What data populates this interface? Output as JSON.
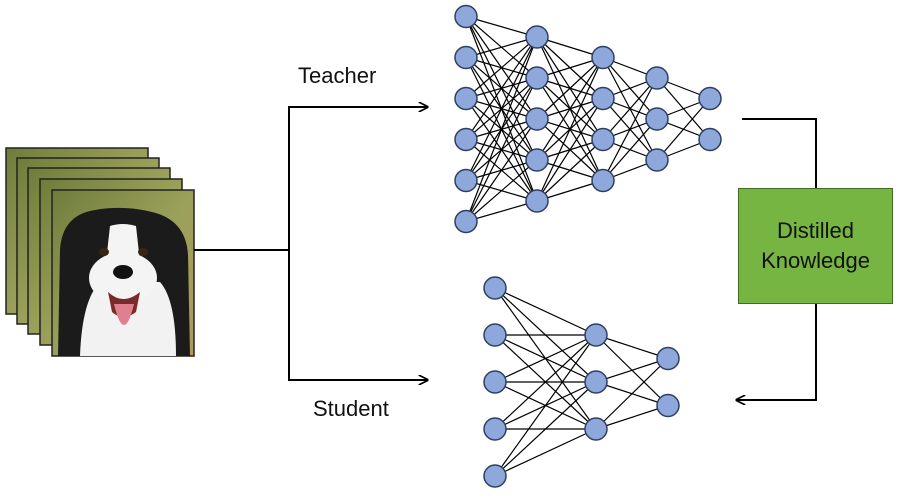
{
  "labels": {
    "teacher": "Teacher",
    "student": "Student",
    "distilled_knowledge": "Distilled\nKnowledge"
  },
  "networks": {
    "teacher": {
      "layer_sizes": [
        6,
        5,
        4,
        3,
        2
      ]
    },
    "student": {
      "layer_sizes": [
        5,
        3,
        2
      ]
    }
  },
  "input_image": {
    "icon": "dog-photo-stack",
    "stack_count": 5
  },
  "colors": {
    "node_fill": "#8ea8dc",
    "node_stroke": "#2f3e63",
    "edge": "#000000",
    "box_fill": "#77b543",
    "box_stroke": "#3f6b22"
  }
}
